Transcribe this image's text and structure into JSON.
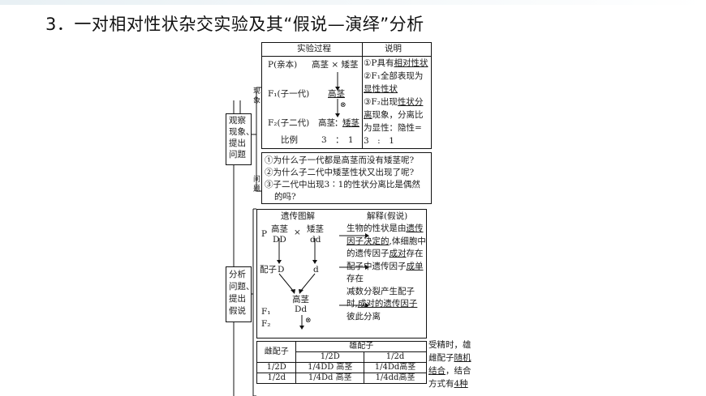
{
  "heading": "3．一对相对性状杂交实验及其“假说—演绎”分析",
  "stages": {
    "observe": [
      "观察",
      "现象、",
      "提出",
      "问题"
    ],
    "analyze": [
      "分析",
      "问题、",
      "提出",
      "假说"
    ]
  },
  "side_labels": {
    "phenomenon": [
      "现",
      "象"
    ],
    "question": [
      "问",
      "题"
    ]
  },
  "experiment": {
    "header_process": "实验过程",
    "header_explain": "说明",
    "row_p_left": "P(亲本)",
    "row_p_right": "高茎 × 矮茎",
    "row_f1_left": "F₁(子一代)",
    "row_f1_right": "高茎",
    "selfing": "⊗",
    "row_f2_left": "F₂(子二代)",
    "row_f2_tall": "高茎",
    "row_f2_colon": "：",
    "row_f2_short": "矮茎",
    "ratio_label": "比例",
    "ratio_values": "3　：　1",
    "notes": [
      {
        "pre": "①P具有",
        "ul": "相对性状",
        "post": ""
      },
      {
        "pre": "②F₁全部表现为",
        "ul": "",
        "post": ""
      },
      {
        "pre": "",
        "ul": "显性性状",
        "post": ""
      },
      {
        "pre": "③F₂出现",
        "ul": "性状分",
        "post": ""
      },
      {
        "pre": "",
        "ul": "离",
        "post": "现象，分离比"
      },
      {
        "pre": "为显性：隐性=",
        "ul": "",
        "post": ""
      },
      {
        "pre": "3　:　1",
        "ul": "",
        "post": ""
      }
    ]
  },
  "questions": [
    "①为什么子一代都是高茎而没有矮茎呢?",
    "②为什么子二代中矮茎性状又出现了呢?",
    "③子二代中出现3∶1的性状分离比是偶然",
    "的吗?"
  ],
  "genetics": {
    "header_diagram": "遗传图解",
    "header_explain": "解释(假说)",
    "p_label": "P",
    "tall": "高茎",
    "short": "矮茎",
    "cross": "×",
    "DD": "DD",
    "dd": "dd",
    "gamete_label": "配子",
    "D": "D",
    "d": "d",
    "f1_tall": "高茎",
    "Dd": "Dd",
    "f1_label": "F₁",
    "f2_label": "F₂",
    "selfing": "⊗"
  },
  "explanations": [
    [
      {
        "t": "生物的性状是由",
        "u": false
      },
      {
        "t": "遗传",
        "u": true
      }
    ],
    [
      {
        "t": "因子决定的",
        "u": true
      },
      {
        "t": ",体细胞中",
        "u": false
      }
    ],
    [
      {
        "t": "的遗传因子",
        "u": false
      },
      {
        "t": "成对",
        "u": true
      },
      {
        "t": "存在",
        "u": false
      }
    ],
    [
      {
        "t": "配子中遗传因子",
        "u": false
      },
      {
        "t": "成单",
        "u": true
      }
    ],
    [
      {
        "t": "存在",
        "u": false
      }
    ],
    [
      {
        "t": "减数分裂产生配子",
        "u": false
      }
    ],
    [
      {
        "t": "时,",
        "u": false
      },
      {
        "t": "成对的遗传因子",
        "u": true
      }
    ],
    [
      {
        "t": "彼此分离",
        "u": false
      }
    ]
  ],
  "gamete_table": {
    "corner": "雌配子",
    "male_header": "雄配子",
    "male_cols": [
      "1/2D",
      "1/2d"
    ],
    "rows": [
      [
        "1/2D",
        "1/4DD 高茎",
        "1/4Dd高茎"
      ],
      [
        "1/2d",
        "1/4Dd 高茎",
        "1/4dd高茎"
      ]
    ]
  },
  "fertilization_note": [
    [
      {
        "t": "受精时，雄",
        "u": false
      }
    ],
    [
      {
        "t": "雌配子",
        "u": false
      },
      {
        "t": "随机",
        "u": true
      }
    ],
    [
      {
        "t": "结合",
        "u": true
      },
      {
        "t": "，结合",
        "u": false
      }
    ],
    [
      {
        "t": "方式有",
        "u": false
      },
      {
        "t": "4种",
        "u": true
      }
    ]
  ]
}
